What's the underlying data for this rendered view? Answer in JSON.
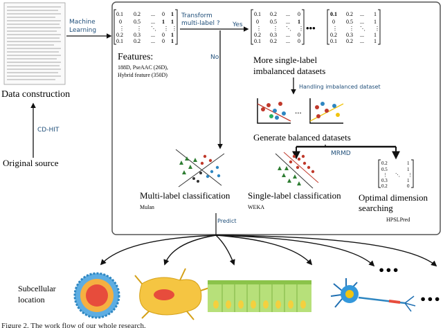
{
  "left": {
    "data_construction": "Data construction",
    "original_source": "Original source",
    "cdhit": "CD-HIT",
    "machine_learning_1": "Machine",
    "machine_learning_2": "Learning"
  },
  "matrix": {
    "rows": [
      [
        "0.1",
        "0.2",
        "...",
        "0",
        "1"
      ],
      [
        "0",
        "0.5",
        "...",
        "1",
        "1"
      ],
      [
        "⋮",
        "⋮",
        "⋱",
        "⋮",
        "⋮"
      ],
      [
        "0.2",
        "0.3",
        "...",
        "0",
        "1"
      ],
      [
        "0.1",
        "0.2",
        "...",
        "0",
        "1"
      ]
    ],
    "small_rows": [
      [
        "0.2",
        "1"
      ],
      [
        "0.5",
        "1"
      ],
      [
        "⋮",
        "⋱",
        "⋮"
      ],
      [
        "0.3",
        "1"
      ],
      [
        "0.2",
        "0"
      ]
    ],
    "dots": "•••"
  },
  "features": {
    "title": "Features:",
    "line1": "188D, PseAAC (26D),",
    "line2": "Hybrid feature (350D)"
  },
  "flow": {
    "transform_1": "Transform",
    "transform_2": "multi-label ?",
    "yes": "Yes",
    "no": "No",
    "more_single_1": "More single-label",
    "more_single_2": "imbalanced datasets",
    "handling": "Handling imbalanced dataset",
    "generate": "Generate balanced datasets",
    "mrmd": "MRMD",
    "ellipsis": "...",
    "predict": "Predict"
  },
  "results": {
    "multi_label": "Multi-label classification",
    "mulan": "Mulan",
    "single_label": "Single-label classification",
    "weka": "WEKA",
    "optimal_1": "Optimal dimension",
    "optimal_2": "searching",
    "hpslpred": "HPSLPred"
  },
  "bottom": {
    "subcellular_1": "Subcellular",
    "subcellular_2": "location",
    "bullets": "•••",
    "caption": "Figure 2. The work flow of our whole research."
  },
  "colors": {
    "frame": "#555555",
    "accent_text": "#1f4e79",
    "red_dot": "#c0392b",
    "blue_dot": "#2e86c1",
    "green_tri": "#2e7d32",
    "yellow_line": "#f1c40f"
  }
}
